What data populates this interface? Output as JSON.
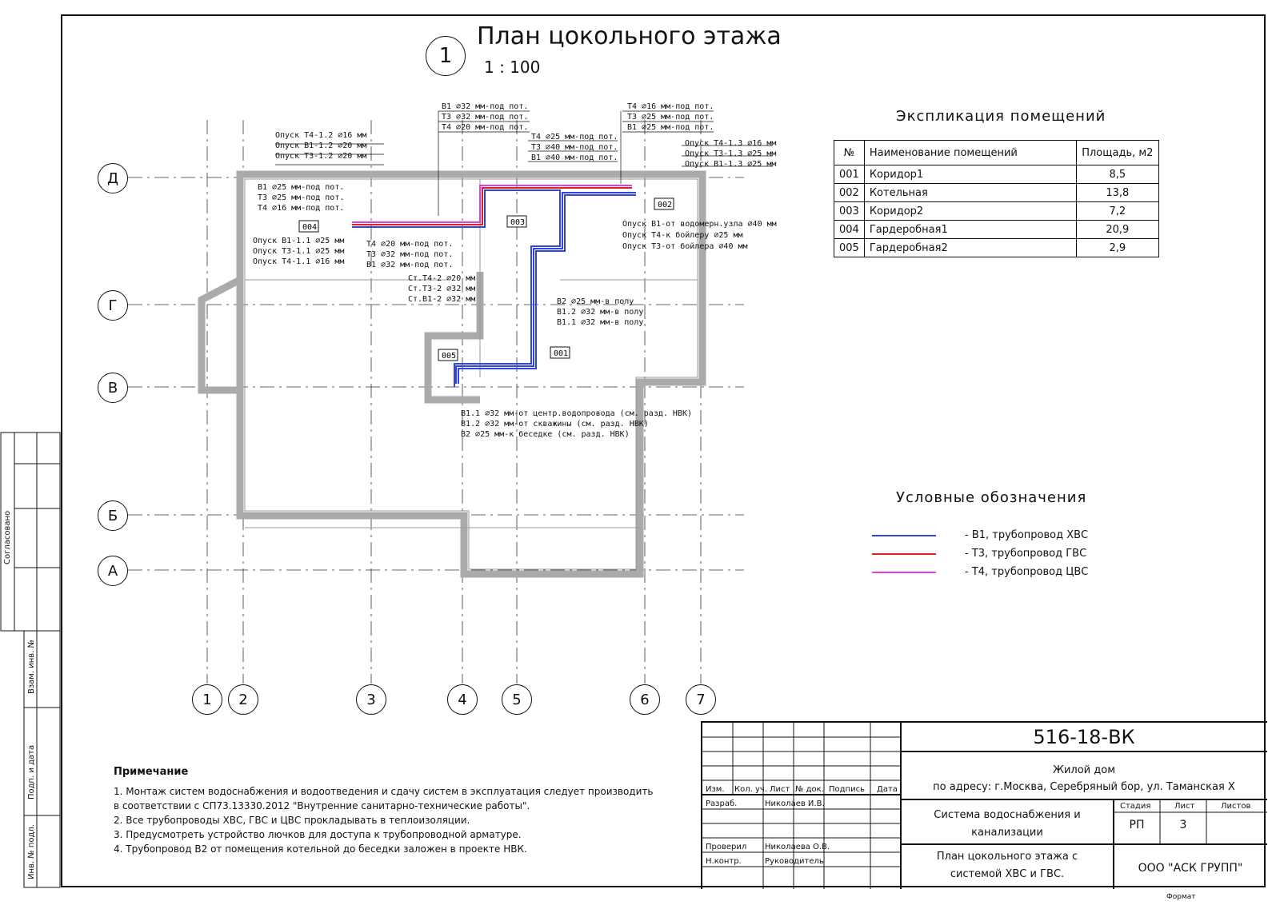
{
  "drawing": {
    "number": "1",
    "title": "План цокольного этажа",
    "scale": "1 : 100"
  },
  "axes": {
    "rows": [
      "Д",
      "Г",
      "В",
      "Б",
      "А"
    ],
    "cols": [
      "1",
      "2",
      "3",
      "4",
      "5",
      "6",
      "7"
    ]
  },
  "rooms": {
    "tags": [
      "004",
      "003",
      "002",
      "005",
      "001"
    ]
  },
  "pipe_labels": {
    "top_left": [
      "Опуск Т4-1.2 ⌀16 мм",
      "Опуск В1-1.2 ⌀20 мм",
      "Опуск Т3-1.2 ⌀20 мм"
    ],
    "top_mid": [
      "В1 ⌀32 мм-под пот.",
      "Т3 ⌀32 мм-под пот.",
      "Т4 ⌀20 мм-под пот."
    ],
    "top_mid2": [
      "Т4 ⌀25 мм-под пот.",
      "Т3 ⌀40 мм-под пот.",
      "В1 ⌀40 мм-под пот."
    ],
    "top_right": [
      "Т4 ⌀16 мм-под пот.",
      "Т3 ⌀25 мм-под пот.",
      "В1 ⌀25 мм-под пот."
    ],
    "right_down": [
      "Опуск Т4-1.3 ⌀16 мм",
      "Опуск Т3-1.3 ⌀25 мм",
      "Опуск В1-1.3 ⌀25 мм"
    ],
    "room004": [
      "В1 ⌀25 мм-под пот.",
      "Т3 ⌀25 мм-под пот.",
      "Т4 ⌀16 мм-под пот."
    ],
    "left_down": [
      "Опуск В1-1.1 ⌀25 мм",
      "Опуск Т3-1.1 ⌀25 мм",
      "Опуск Т4-1.1 ⌀16 мм"
    ],
    "mid_down": [
      "Т4 ⌀20 мм-под пот.",
      "Т3 ⌀32 мм-под пот.",
      "В1 ⌀32 мм-под пот."
    ],
    "risers": [
      "Ст.Т4-2 ⌀20 мм",
      "Ст.Т3-2 ⌀32 мм",
      "Ст.В1-2 ⌀32 мм"
    ],
    "boiler": [
      "Опуск В1-от водомерн.узла ⌀40 мм",
      "Опуск Т4-к бойлеру ⌀25 мм",
      "Опуск Т3-от бойлера ⌀40 мм"
    ],
    "floor": [
      "В2 ⌀25 мм-в полу",
      "В1.2 ⌀32 мм-в полу",
      "В1.1 ⌀32 мм-в полу"
    ],
    "inlets": [
      "В1.1 ⌀32 мм-от центр.водопровода (см. разд. НВК)",
      "В1.2 ⌀32 мм-от скважины (см. разд. НВК)",
      "В2 ⌀25 мм-к беседке (см. разд. НВК)"
    ]
  },
  "explication": {
    "title": "Экспликация помещений",
    "headers": [
      "№",
      "Наименование помещений",
      "Площадь, м2"
    ],
    "rows": [
      [
        "001",
        "Коридор1",
        "8,5"
      ],
      [
        "002",
        "Котельная",
        "13,8"
      ],
      [
        "003",
        "Коридор2",
        "7,2"
      ],
      [
        "004",
        "Гардеробная1",
        "20,9"
      ],
      [
        "005",
        "Гардеробная2",
        "2,9"
      ]
    ]
  },
  "legend": {
    "title": "Условные обозначения",
    "items": [
      {
        "text": "- В1, трубопровод ХВС",
        "color": "#3344dd"
      },
      {
        "text": "- Т3, трубопровод ГВС",
        "color": "#dd2222"
      },
      {
        "text": "- Т4, трубопровод ЦВС",
        "color": "#e040e0"
      }
    ]
  },
  "notes": {
    "title": "Примечание",
    "lines": [
      "1. Монтаж систем водоснабжения и водоотведения и сдачу систем в эксплуатация следует производить",
      "в соответствии с СП73.13330.2012 \"Внутренние санитарно-технические работы\".",
      "2. Все трубопроводы ХВС, ГВС и ЦВС прокладывать в теплоизоляции.",
      "3. Предусмотреть устройство лючков для доступа к трубопроводной арматуре.",
      "4. Трубопровод В2 от помещения котельной до беседки заложен в проекте НВК."
    ]
  },
  "stamp": {
    "code": "516-18-ВК",
    "object_line1": "Жилой дом",
    "object_line2": "по адресу: г.Москва, Серебряный бор, ул. Таманская Х",
    "cols": [
      "Изм.",
      "Кол. уч.",
      "Лист",
      "№ док.",
      "Подпись",
      "Дата"
    ],
    "rows": [
      {
        "role": "Разраб.",
        "name": "Николаев И.В."
      },
      {
        "role": "Проверил",
        "name": "Николаева О.В."
      },
      {
        "role": "Н.контр.",
        "name": "Руководитель"
      }
    ],
    "system_line1": "Система водоснабжения и",
    "system_line2": "канализации",
    "stage_label": "Стадия",
    "sheet_label": "Лист",
    "sheets_label": "Листов",
    "stage": "РП",
    "sheet": "3",
    "sheet_title1": "План цокольного этажа с",
    "sheet_title2": "системой ХВС и ГВС.",
    "company": "ООО \"АСК ГРУПП\""
  },
  "side": {
    "agreed": "Согласовано",
    "inv_replace": "Взам. инв. №",
    "sign_date": "Подп. и дата",
    "inv_orig": "Инв. № подл."
  },
  "format_label": "Формат"
}
